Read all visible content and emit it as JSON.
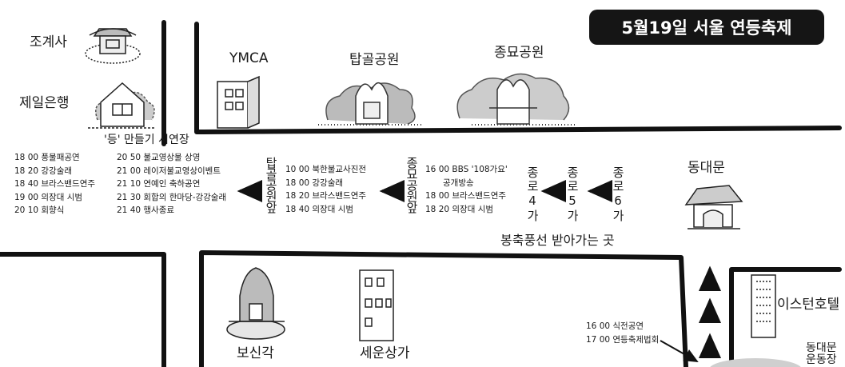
{
  "title": "5월19일 서울 연등축제",
  "places": {
    "jogyesa": "조계사",
    "jeil_bank": "제일은행",
    "ymca": "YMCA",
    "tapgol_park": "탑골공원",
    "jongmyo_park": "종묘공원",
    "dongdaemun": "동대문",
    "bosingak": "보신각",
    "sewoon": "세운상가",
    "eastern_hotel": "이스턴호텔",
    "dongdaemun_stadium": "동대문운동장"
  },
  "lantern_making": "'등' 만들기 시연장",
  "balloon": "봉축풍선 받아가는 곳",
  "jongno_stops": [
    "종로4가",
    "종로5가",
    "종로6가"
  ],
  "stop_tapgol": "탑골공원앞",
  "stop_jongmyo": "종묘공원앞",
  "schedule_left_a": [
    "18 00 풍물패공연",
    "18 20 강강술래",
    "18 40 브라스밴드연주",
    "19 00 의장대 시범",
    "20 10 회향식"
  ],
  "schedule_left_b": [
    "20 50 불교영상물 상영",
    "21 00 레이저불교영상이벤트",
    "21 10 연예인 축하공연",
    "21 30 회합의 한마당-강강술래",
    "21 40 행사종료"
  ],
  "schedule_tapgol": [
    "10 00 북한불교사진전",
    "18 00 강강술래",
    "18 20 브라스밴드연주",
    "18 40 의장대 시범"
  ],
  "schedule_jongmyo": [
    "16 00 BBS '108가요'",
    "공개방송",
    "18 00 브라스밴드연주",
    "18 20 의장대 시범"
  ],
  "schedule_dongdaemun": [
    "16 00 식전공연",
    "17 00 연등축제법회"
  ]
}
